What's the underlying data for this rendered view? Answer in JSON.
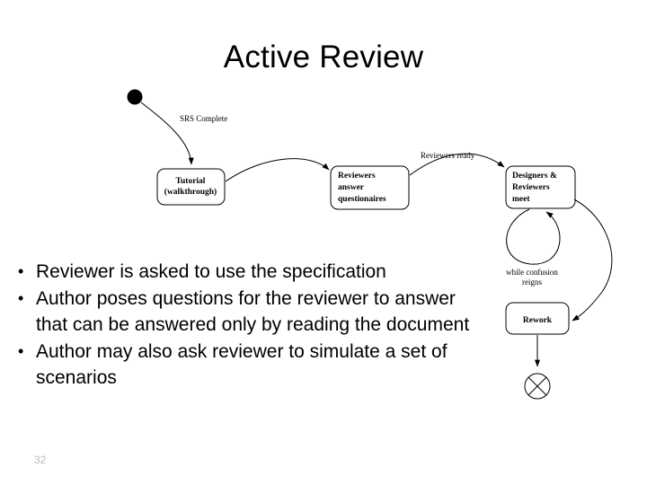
{
  "slide": {
    "title": "Active Review",
    "page_number": "32",
    "page_number_color": "#b8b8b8",
    "background_color": "#ffffff",
    "text_color": "#000000"
  },
  "bullets": [
    "Reviewer is asked to use the specification",
    "Author poses questions for the reviewer to answer that can be answered only by reading the document",
    "Author may also ask reviewer to simulate a set of scenarios"
  ],
  "diagram": {
    "type": "state-machine-flow",
    "start_node": {
      "name": "start-node",
      "shape": "filled-circle"
    },
    "end_node": {
      "name": "end-node",
      "shape": "circle-with-x"
    },
    "nodes": [
      {
        "id": "tutorial",
        "lines": [
          "Tutorial",
          "(walkthrough)"
        ]
      },
      {
        "id": "questionaires",
        "lines": [
          "Reviewers",
          "answer",
          "questionaires"
        ]
      },
      {
        "id": "meet",
        "lines": [
          "Designers &",
          "Reviewers",
          "meet"
        ]
      },
      {
        "id": "rework",
        "lines": [
          "Rework"
        ]
      }
    ],
    "edge_labels": [
      {
        "id": "srs-complete",
        "text": "SRS Complete"
      },
      {
        "id": "reviewers-ready",
        "text": "Reviewers ready"
      }
    ],
    "loop_label": {
      "id": "while-confusion-reigns",
      "lines": [
        "while confusion",
        "reigns"
      ]
    }
  }
}
